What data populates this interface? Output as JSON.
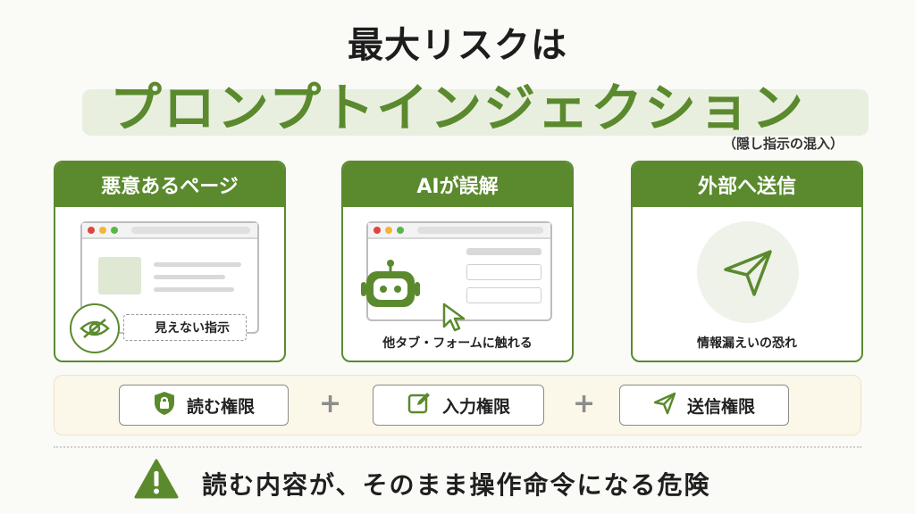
{
  "title": {
    "line1": "最大リスクは",
    "line2": "プロンプトインジェクション",
    "sub": "（隠し指示の混入）"
  },
  "steps": [
    {
      "title": "悪意あるページ",
      "caption": "見えない指示",
      "icon": "eye-slash-icon"
    },
    {
      "title": "AIが誤解",
      "caption": "他タブ・フォームに触れる",
      "icon": "robot-icon"
    },
    {
      "title": "外部へ送信",
      "caption": "情報漏えいの恐れ",
      "icon": "send-icon"
    }
  ],
  "permissions": [
    {
      "label": "読む権限",
      "icon": "shield-lock-icon"
    },
    {
      "label": "入力権限",
      "icon": "edit-icon"
    },
    {
      "label": "送信権限",
      "icon": "send-icon"
    }
  ],
  "plus_symbol": "+",
  "warning": {
    "text": "読む内容が、そのまま操作命令になる危険",
    "icon": "warning-icon"
  },
  "colors": {
    "accent": "#5b8a2e",
    "band": "#e9efdf",
    "perm_bg": "#fbf7e9",
    "arrow": "#8c8c8c"
  }
}
